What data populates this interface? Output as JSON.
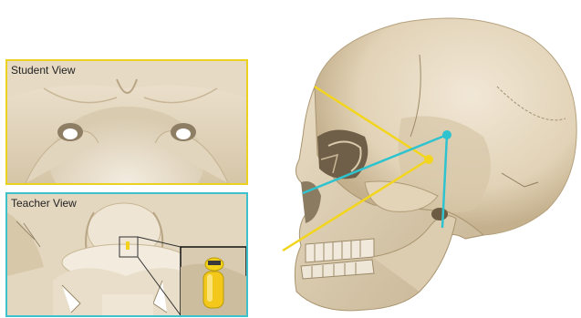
{
  "student_view": {
    "label": "Student View",
    "border_color": "#ecd21f"
  },
  "teacher_view": {
    "label": "Teacher View",
    "border_color": "#3cc1cd"
  },
  "colors": {
    "bone": "#e9dcc4",
    "bone_shadow": "#c9b795",
    "student_ray": "#f2d51c",
    "teacher_ray": "#2ec3cf",
    "marker": "#f4d21a"
  },
  "icons": [
    "skull-illustration",
    "camera-marker-icon"
  ]
}
